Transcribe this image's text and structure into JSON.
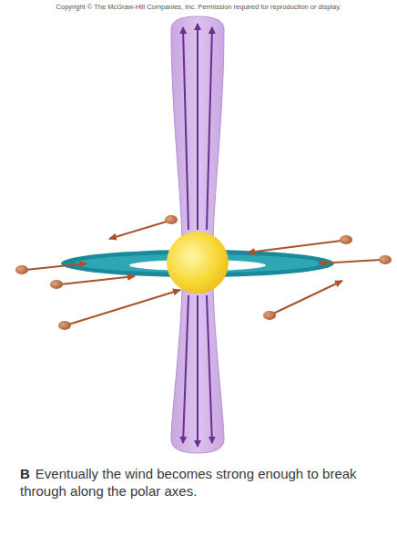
{
  "diagram": {
    "caption": "Eventually the wind becomes strong enough to break through along the polar axes.",
    "labels": [
      "Copyright © The McGraw-Hill Companies, Inc. Permission required for reproduction or display.",
      "B"
    ]
  }
}
